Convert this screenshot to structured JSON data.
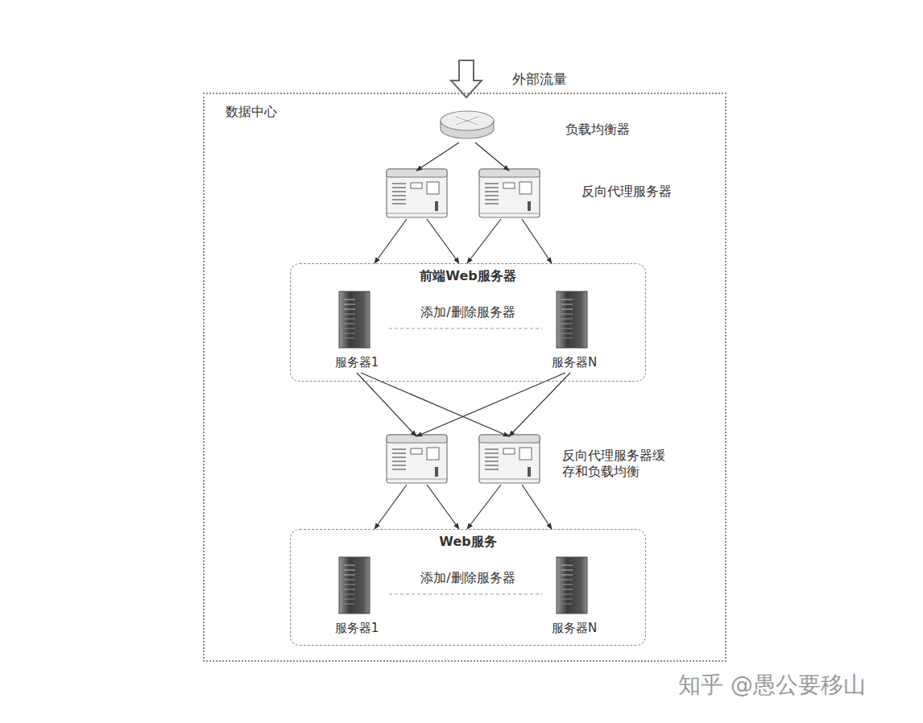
{
  "diagram": {
    "nodes": [
      {
        "text": [
          "数据中心"
        ]
      },
      {
        "text": [
          "负载均衡器"
        ],
        "in": 0
      },
      {
        "text": [
          "反向代理服务器"
        ],
        "in": 0
      },
      {
        "text": [
          "前端Web服务器",
          "添加/删除服务器"
        ],
        "in": 0
      },
      {
        "text": [
          "服务器1"
        ],
        "in": 3
      },
      {
        "text": [
          "服务器N"
        ],
        "in": 3
      },
      {
        "text": [
          "反向代理服务器缓存和负载均衡"
        ],
        "in": 0
      },
      {
        "text": [
          "Web服务",
          "添加/删除服务器"
        ],
        "in": 0
      },
      {
        "text": [
          "服务器1"
        ],
        "in": 7
      },
      {
        "text": [
          "服务器N"
        ],
        "in": 7
      }
    ],
    "edges": [
      {
        "from": 1,
        "to": 2,
        "arrow": "to"
      },
      {
        "from": 1,
        "to": 2,
        "arrow": "to"
      },
      {
        "from": 2,
        "to": 3,
        "arrow": "to"
      },
      {
        "from": 2,
        "to": 3,
        "arrow": "to"
      },
      {
        "from": 2,
        "to": 3,
        "arrow": "to"
      },
      {
        "from": 2,
        "to": 3,
        "arrow": "to"
      },
      {
        "from": 4,
        "to": 5,
        "arrow": "none"
      },
      {
        "from": 4,
        "to": 6,
        "arrow": "to"
      },
      {
        "from": 4,
        "to": 6,
        "arrow": "to"
      },
      {
        "from": 5,
        "to": 6,
        "arrow": "to"
      },
      {
        "from": 5,
        "to": 6,
        "arrow": "to"
      },
      {
        "from": 6,
        "to": 7,
        "arrow": "to"
      },
      {
        "from": 6,
        "to": 7,
        "arrow": "to"
      },
      {
        "from": 6,
        "to": 7,
        "arrow": "to"
      },
      {
        "from": 6,
        "to": 7,
        "arrow": "to"
      },
      {
        "from": 8,
        "to": 9,
        "arrow": "none"
      }
    ],
    "labels": [
      "外部流量",
      "知乎 @愚公要移山"
    ]
  }
}
